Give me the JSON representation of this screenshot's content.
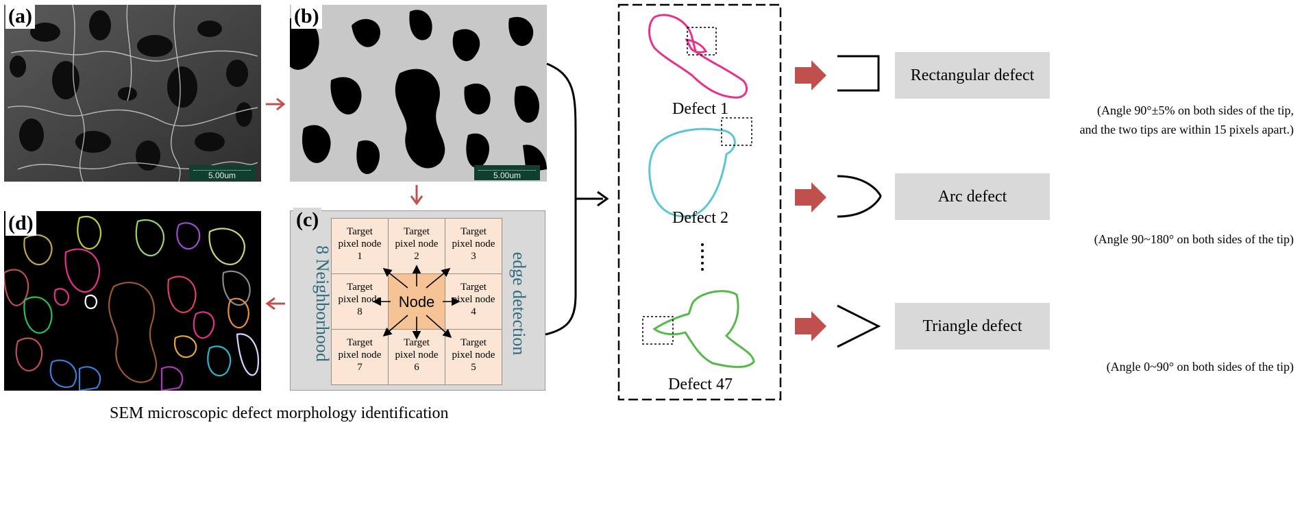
{
  "panels": {
    "a": {
      "letter": "(a)",
      "scale": "5.00um"
    },
    "b": {
      "letter": "(b)",
      "scale": "5.00um"
    },
    "c": {
      "letter": "(c)",
      "left_label": "8 Neighborhood",
      "right_label": "edge detection",
      "cells": [
        {
          "line1": "Target",
          "line2": "pixel node",
          "num": "1"
        },
        {
          "line1": "Target",
          "line2": "pixel node",
          "num": "2"
        },
        {
          "line1": "Target",
          "line2": "pixel node",
          "num": "3"
        },
        {
          "line1": "Target",
          "line2": "pixel node",
          "num": "8"
        },
        {
          "line1": "Target",
          "line2": "pixel node",
          "num": "4"
        },
        {
          "line1": "Target",
          "line2": "pixel node",
          "num": "7"
        },
        {
          "line1": "Target",
          "line2": "pixel node",
          "num": "6"
        },
        {
          "line1": "Target",
          "line2": "pixel node",
          "num": "5"
        }
      ],
      "center": "Node"
    },
    "d": {
      "letter": "(d)"
    }
  },
  "defects": [
    {
      "label": "Defect 1",
      "color": "#e8318a"
    },
    {
      "label": "Defect 2",
      "color": "#5bc6d3"
    },
    {
      "label": "Defect 47",
      "color": "#55b84a"
    }
  ],
  "types": [
    {
      "name": "Rectangular defect",
      "condition_1": "(Angle 90°±5% on both sides of the tip,",
      "condition_2": "and the two tips are within 15 pixels apart.)"
    },
    {
      "name": "Arc defect",
      "condition_1": "(Angle 90~180° on both sides of the tip)"
    },
    {
      "name": "Triangle defect",
      "condition_1": "(Angle 0~90° on both sides of the tip)"
    }
  ],
  "caption": "SEM microscopic defect morphology identification",
  "colors": {
    "arrow_red": "#c0504d",
    "panel_c_bg": "#d9d9d9"
  }
}
